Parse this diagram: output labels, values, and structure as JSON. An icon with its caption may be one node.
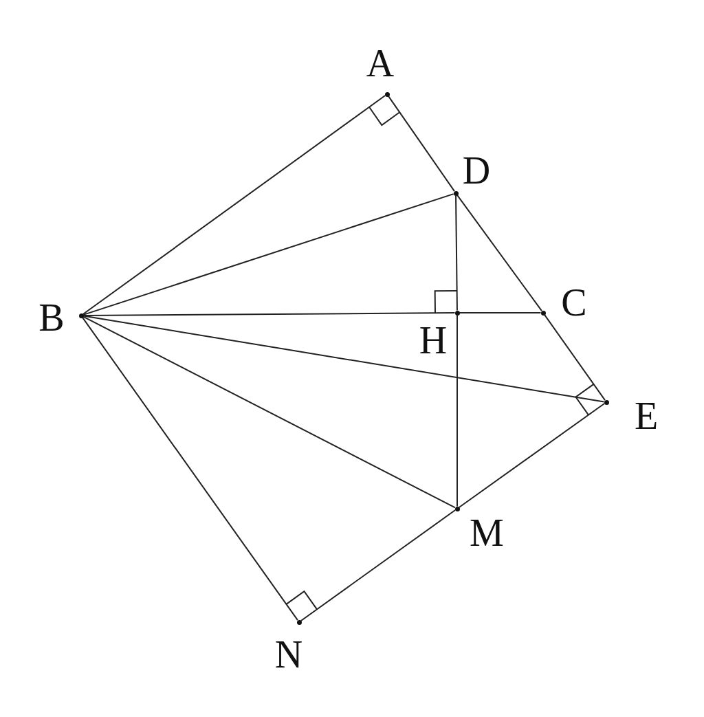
{
  "diagram": {
    "nodes": [
      {
        "text": [],
        "shape": "circle",
        "beside": [
          "A"
        ]
      },
      {
        "text": [],
        "shape": "circle",
        "beside": [
          "D"
        ]
      },
      {
        "text": [],
        "shape": "circle",
        "beside": [
          "B"
        ]
      },
      {
        "text": [],
        "shape": "circle",
        "beside": [
          "C"
        ]
      },
      {
        "text": [],
        "shape": "circle",
        "beside": [
          "H"
        ]
      },
      {
        "text": [],
        "shape": "circle",
        "beside": [
          "E"
        ]
      },
      {
        "text": [],
        "shape": "circle",
        "beside": [
          "M"
        ]
      },
      {
        "text": [],
        "shape": "circle",
        "beside": [
          "N"
        ]
      }
    ],
    "edges": [
      {
        "from": 0,
        "to": 2,
        "arrow": "none"
      },
      {
        "from": 0,
        "to": 1,
        "arrow": "none"
      },
      {
        "from": 1,
        "to": 3,
        "arrow": "none"
      },
      {
        "from": 3,
        "to": 5,
        "arrow": "none"
      },
      {
        "from": 2,
        "to": 1,
        "arrow": "none"
      },
      {
        "from": 2,
        "to": 4,
        "arrow": "none"
      },
      {
        "from": 4,
        "to": 3,
        "arrow": "none"
      },
      {
        "from": 1,
        "to": 4,
        "arrow": "none"
      },
      {
        "from": 4,
        "to": 6,
        "arrow": "none"
      },
      {
        "from": 2,
        "to": 5,
        "arrow": "none"
      },
      {
        "from": 2,
        "to": 6,
        "arrow": "none"
      },
      {
        "from": 2,
        "to": 7,
        "arrow": "none"
      },
      {
        "from": 5,
        "to": 6,
        "arrow": "none"
      },
      {
        "from": 6,
        "to": 7,
        "arrow": "none"
      }
    ]
  }
}
